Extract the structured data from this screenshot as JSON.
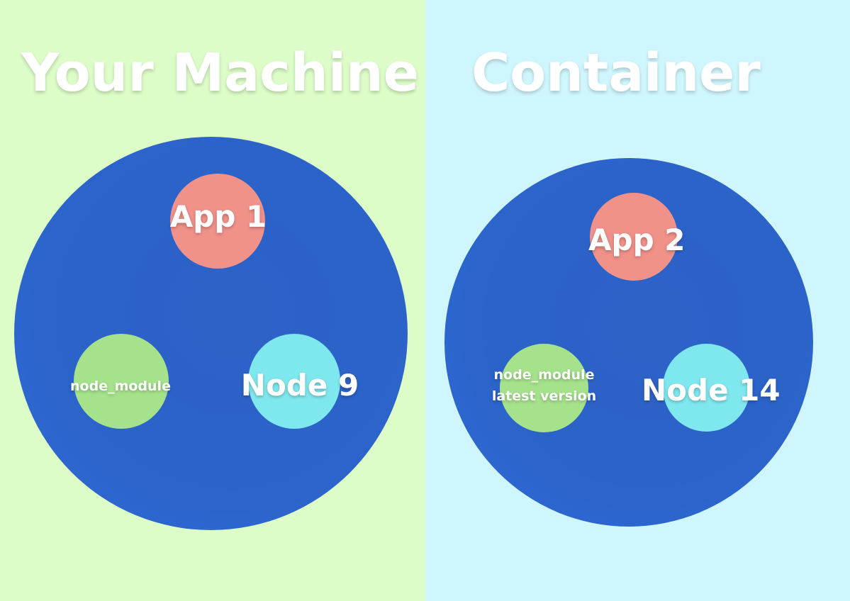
{
  "colors": {
    "left_background": "#dcfcc8",
    "right_background": "#cff6fd",
    "circle_blue": "#2c63c9",
    "app": "#f0918a",
    "node_module": "#a6e28c",
    "node": "#7fe8ee",
    "text": "#ffffff"
  },
  "left": {
    "title": "Your Machine",
    "app_label": "App 1",
    "node_module_label": "node_module",
    "node_label": "Node 9"
  },
  "right": {
    "title": "Container",
    "app_label": "App 2",
    "node_module_label_line1": "node_module",
    "node_module_label_line2": "latest version",
    "node_label": "Node 14"
  }
}
